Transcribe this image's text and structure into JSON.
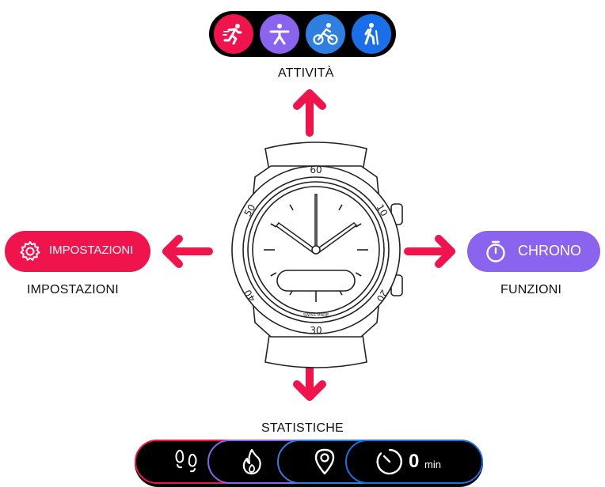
{
  "colors": {
    "accent_red": "#f0144c",
    "accent_purple": "#8a63ee",
    "accent_lightblue": "#2f7fe0",
    "accent_blue": "#1a6fe8",
    "black": "#000000"
  },
  "top": {
    "label": "ATTIVITÀ",
    "activities": [
      {
        "icon": "running-icon",
        "color": "#f0144c"
      },
      {
        "icon": "yoga-icon",
        "color": "#8a63ee"
      },
      {
        "icon": "cycling-icon",
        "color": "#2f7fe0"
      },
      {
        "icon": "hiking-icon",
        "color": "#1a6fe8"
      }
    ]
  },
  "left": {
    "pill_text": "IMPOSTAZIONI",
    "pill_icon": "gear-icon",
    "label": "IMPOSTAZIONI"
  },
  "right": {
    "pill_text": "CHRONO",
    "pill_icon": "stopwatch-icon",
    "label": "FUNZIONI"
  },
  "bottom": {
    "label": "STATISTICHE",
    "stats": [
      {
        "icon": "footsteps-icon"
      },
      {
        "icon": "flame-icon"
      },
      {
        "icon": "location-pin-icon"
      },
      {
        "icon": "timer-icon",
        "value": "0",
        "unit": "min"
      }
    ]
  },
  "watch": {
    "bezel_numbers": [
      "60",
      "10",
      "20",
      "30",
      "40",
      "50"
    ],
    "brand": "SWISS MADE"
  }
}
